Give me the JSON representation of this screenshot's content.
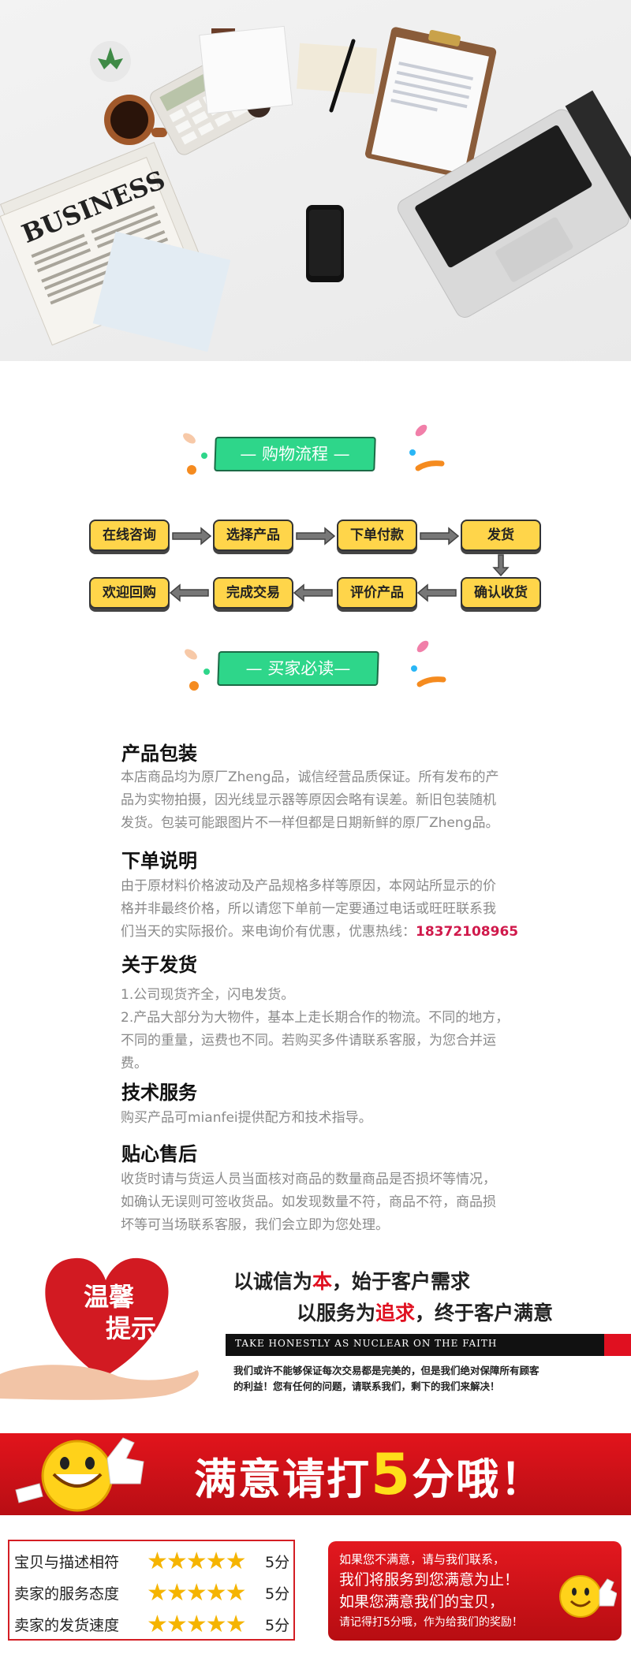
{
  "hero": {
    "alt": "desk-photo",
    "newspaper_text": "BUSINESS"
  },
  "process": {
    "title": "— 购物流程 —",
    "row1": [
      "在线咨询",
      "选择产品",
      "下单付款",
      "发货"
    ],
    "row2": [
      "欢迎回购",
      "完成交易",
      "评价产品",
      "确认收货"
    ]
  },
  "buyer": {
    "title": "— 买家必读—"
  },
  "notices": [
    {
      "title": "产品包装",
      "lines": [
        "本店商品均为原厂Zheng品，诚信经营品质保证。所有发布的产",
        "品为实物拍摄，因光线显示器等原因会略有误差。新旧包装随机",
        "发货。包装可能跟图片不一样但都是日期新鲜的原厂Zheng品。"
      ]
    },
    {
      "title": "下单说明",
      "lines": [
        "由于原材料价格波动及产品规格多样等原因，本网站所显示的价",
        "格并非最终价格，所以请您下单前一定要通过电话或旺旺联系我",
        "们当天的实际报价。来电询价有优惠，优惠热线："
      ],
      "hotline": "18372108965"
    },
    {
      "title": "关于发货",
      "lines": [
        "1.公司现货齐全，闪电发货。",
        "2.产品大部分为大物件，基本上走长期合作的物流。不同的地方，",
        "不同的重量，运费也不同。若购买多件请联系客服，为您合并运",
        "费。"
      ]
    },
    {
      "title": "技术服务",
      "lines": [
        "购买产品可mianfei提供配方和技术指导。"
      ]
    },
    {
      "title": "贴心售后",
      "lines": [
        "收货时请与货运人员当面核对商品的数量商品是否损坏等情况，",
        "如确认无误则可签收货品。如发现数量不符，商品不符，商品损",
        "坏等可当场联系客服，我们会立即为您处理。"
      ]
    }
  ],
  "tips": {
    "heart_line1": "温馨",
    "heart_line2": "提示",
    "line1_a": "以诚信为",
    "line1_b": "本",
    "line1_c": "，始于客户需求",
    "line2_a": "以服务为",
    "line2_b": "追求",
    "line2_c": "，终于客户满意",
    "take": "TAKE HONESTLY AS NUCLEAR ON THE FAITH",
    "small1": "我们或许不能够保证每次交易都是完美的，但是我们绝对保障所有顾客",
    "small2": "的利益！您有任何的问题，请联系我们，剩下的我们来解决！"
  },
  "banner": {
    "text_a": "满意请打",
    "five": "5",
    "text_b": "分哦！"
  },
  "ratings": [
    {
      "label": "宝贝与描述相符",
      "stars": "★★★★★",
      "score": "5分"
    },
    {
      "label": "卖家的服务态度",
      "stars": "★★★★★",
      "score": "5分"
    },
    {
      "label": "卖家的发货速度",
      "stars": "★★★★★",
      "score": "5分"
    }
  ],
  "redbox": {
    "line1": "如果您不满意，请与我们联系，",
    "line2": "我们将服务到您满意为止！",
    "line3": "如果您满意我们的宝贝，",
    "line4": "请记得打5分哦，作为给我们的奖励！"
  },
  "colors": {
    "pill": "#2ed68a",
    "step": "#ffd54a",
    "red": "#e01020",
    "hotline": "#d0194b",
    "star": "#f5b400"
  }
}
